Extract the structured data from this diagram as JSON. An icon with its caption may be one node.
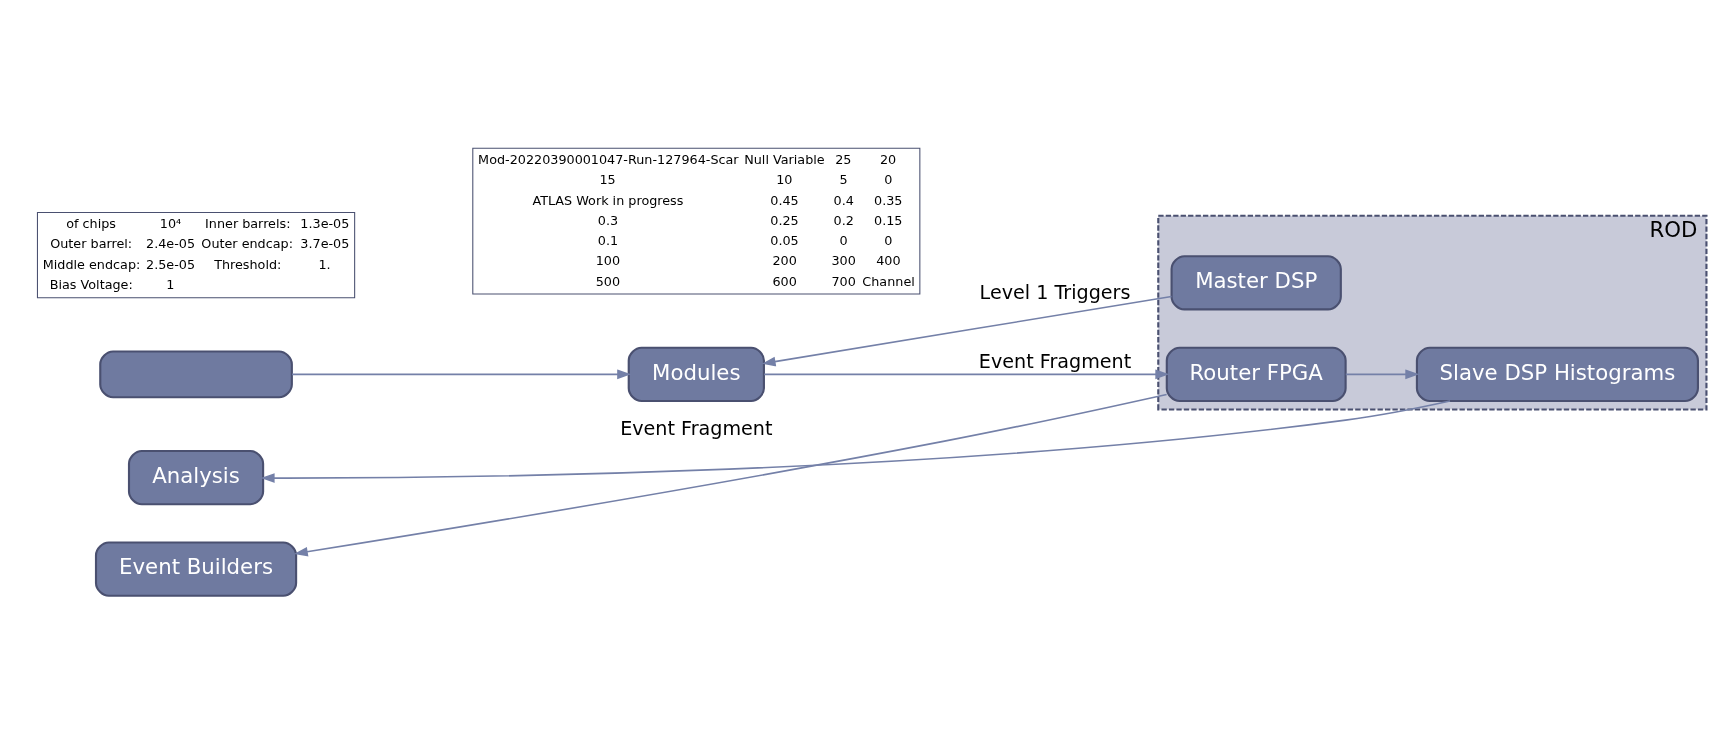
{
  "diagram": {
    "nodes": [
      {
        "text": [],
        "shape": "box"
      },
      {
        "text": [
          "ROD"
        ]
      },
      {
        "text": [
          "Master DSP"
        ],
        "in": 1
      },
      {
        "text": [
          "Router FPGA"
        ],
        "in": 1
      },
      {
        "text": [
          "Slave DSP Histograms"
        ],
        "in": 1
      },
      {
        "text": [
          "Modules"
        ]
      },
      {
        "text": [
          "Event Builders"
        ]
      },
      {
        "text": [
          "Analysis"
        ]
      }
    ],
    "edges": [
      {
        "from": 0,
        "to": 5,
        "arrow": "to"
      },
      {
        "from": 2,
        "to": 5,
        "arrow": "to",
        "label": "Level 1 Triggers"
      },
      {
        "from": 5,
        "to": 3,
        "arrow": "to",
        "label": "Event Fragment"
      },
      {
        "from": 3,
        "to": 6,
        "arrow": "to",
        "label": "Event Fragment"
      },
      {
        "from": 3,
        "to": 4,
        "arrow": "to"
      },
      {
        "from": 4,
        "to": 7,
        "arrow": "to"
      }
    ],
    "labels": [
      "Mod-20220390001047-Run-127964-Scar",
      "Null Variable",
      "25",
      "20",
      "15",
      "10",
      "5",
      "0",
      "ATLAS Work in progress",
      "0.45",
      "0.4",
      "0.35",
      "0.3",
      "0.25",
      "0.2",
      "0.15",
      "0.1",
      "0.05",
      "0",
      "0",
      "100",
      "200",
      "300",
      "400",
      "500",
      "600",
      "700",
      "Channel",
      "of chips",
      "10⁴",
      "Inner barrels:",
      "1.3e-05",
      "Outer barrel:",
      "2.4e-05",
      "Outer endcap:",
      "3.7e-05",
      "Middle endcap:",
      "2.5e-05",
      "Threshold:",
      "1.",
      "Bias Voltage:",
      "1"
    ]
  }
}
